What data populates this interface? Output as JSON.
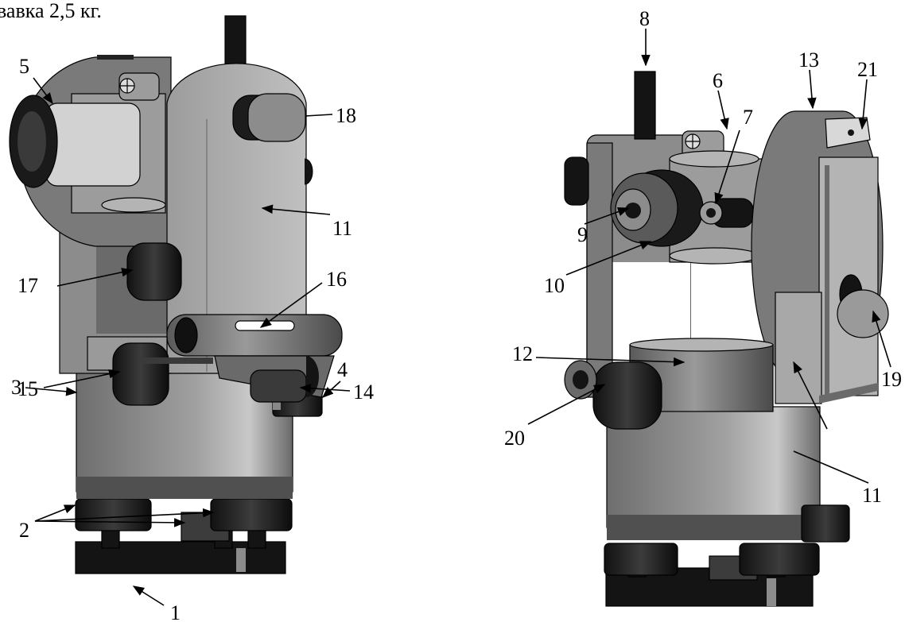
{
  "header_fragment": "вавка 2,5 кг.",
  "left_view": {
    "callouts": [
      "1",
      "2",
      "3",
      "4",
      "5",
      "11",
      "14",
      "15",
      "16",
      "17",
      "18"
    ]
  },
  "right_view": {
    "callouts": [
      "6",
      "7",
      "8",
      "9",
      "10",
      "11",
      "12",
      "13",
      "19",
      "20",
      "21"
    ]
  },
  "colors": {
    "body_gray": "#8c8c8c",
    "light_gray": "#b4b4b4",
    "dark_gray": "#505050",
    "near_black": "#141414",
    "background": "#ffffff"
  }
}
